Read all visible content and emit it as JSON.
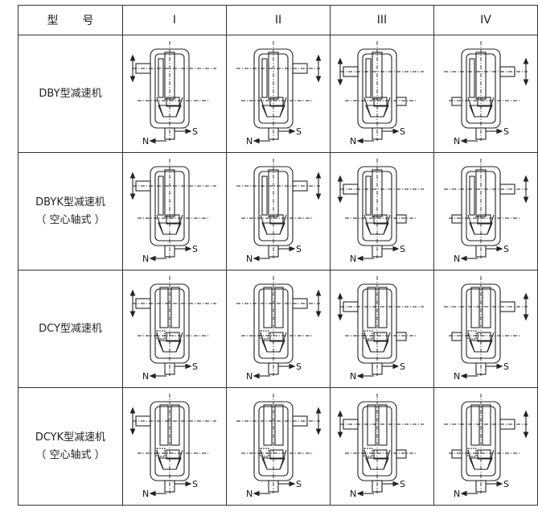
{
  "header": {
    "model_char1": "型",
    "model_char2": "号",
    "types": [
      "I",
      "II",
      "III",
      "IV"
    ]
  },
  "rows": [
    {
      "name": "DBY型减速机",
      "sub": ""
    },
    {
      "name": "DBYK型减速机",
      "sub": "（ 空心轴式 ）"
    },
    {
      "name": "DCY型减速机",
      "sub": ""
    },
    {
      "name": "DCYK型减速机",
      "sub": "（ 空心轴式 ）"
    }
  ],
  "labels": {
    "north": "N",
    "south": "S"
  }
}
